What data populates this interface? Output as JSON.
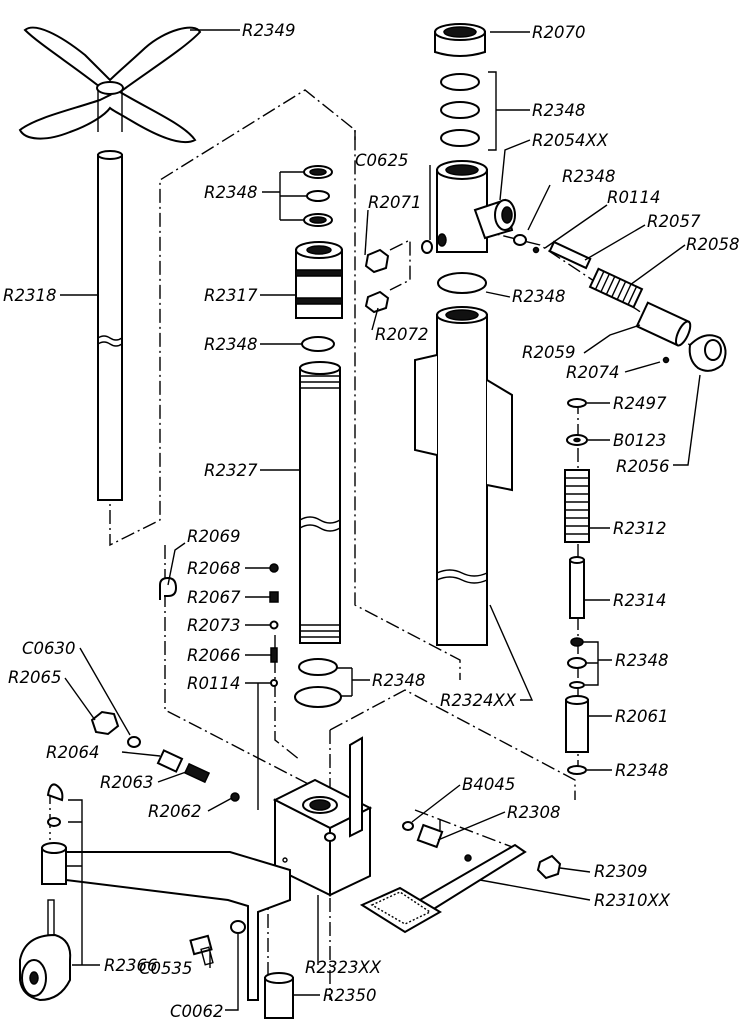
{
  "labels": {
    "r2349": "R2349",
    "r2318": "R2318",
    "r2348_a": "R2348",
    "r2317": "R2317",
    "r2348_b": "R2348",
    "r2327": "R2327",
    "r2069": "R2069",
    "r2068": "R2068",
    "r2067": "R2067",
    "r2073": "R2073",
    "r2066": "R2066",
    "r0114_a": "R0114",
    "c0630": "C0630",
    "r2065": "R2065",
    "r2064": "R2064",
    "r2063": "R2063",
    "r2062": "R2062",
    "r2366": "R2366",
    "c0535": "C0535",
    "c0062": "C0062",
    "r2350": "R2350",
    "r2323xx": "R2323XX",
    "r2348_c": "R2348",
    "c0625": "C0625",
    "r2071": "R2071",
    "r2072": "R2072",
    "r2070": "R2070",
    "r2348_d": "R2348",
    "r2054xx": "R2054XX",
    "r2348_e": "R2348",
    "r0114_b": "R0114",
    "r2057": "R2057",
    "r2058": "R2058",
    "r2348_f": "R2348",
    "r2059": "R2059",
    "r2074": "R2074",
    "r2056": "R2056",
    "r2497": "R2497",
    "b0123": "B0123",
    "r2312": "R2312",
    "r2314": "R2314",
    "r2348_g": "R2348",
    "r2061": "R2061",
    "r2348_h": "R2348",
    "r2324xx": "R2324XX",
    "b4045": "B4045",
    "r2308": "R2308",
    "r2309": "R2309",
    "r2310xx": "R2310XX"
  }
}
